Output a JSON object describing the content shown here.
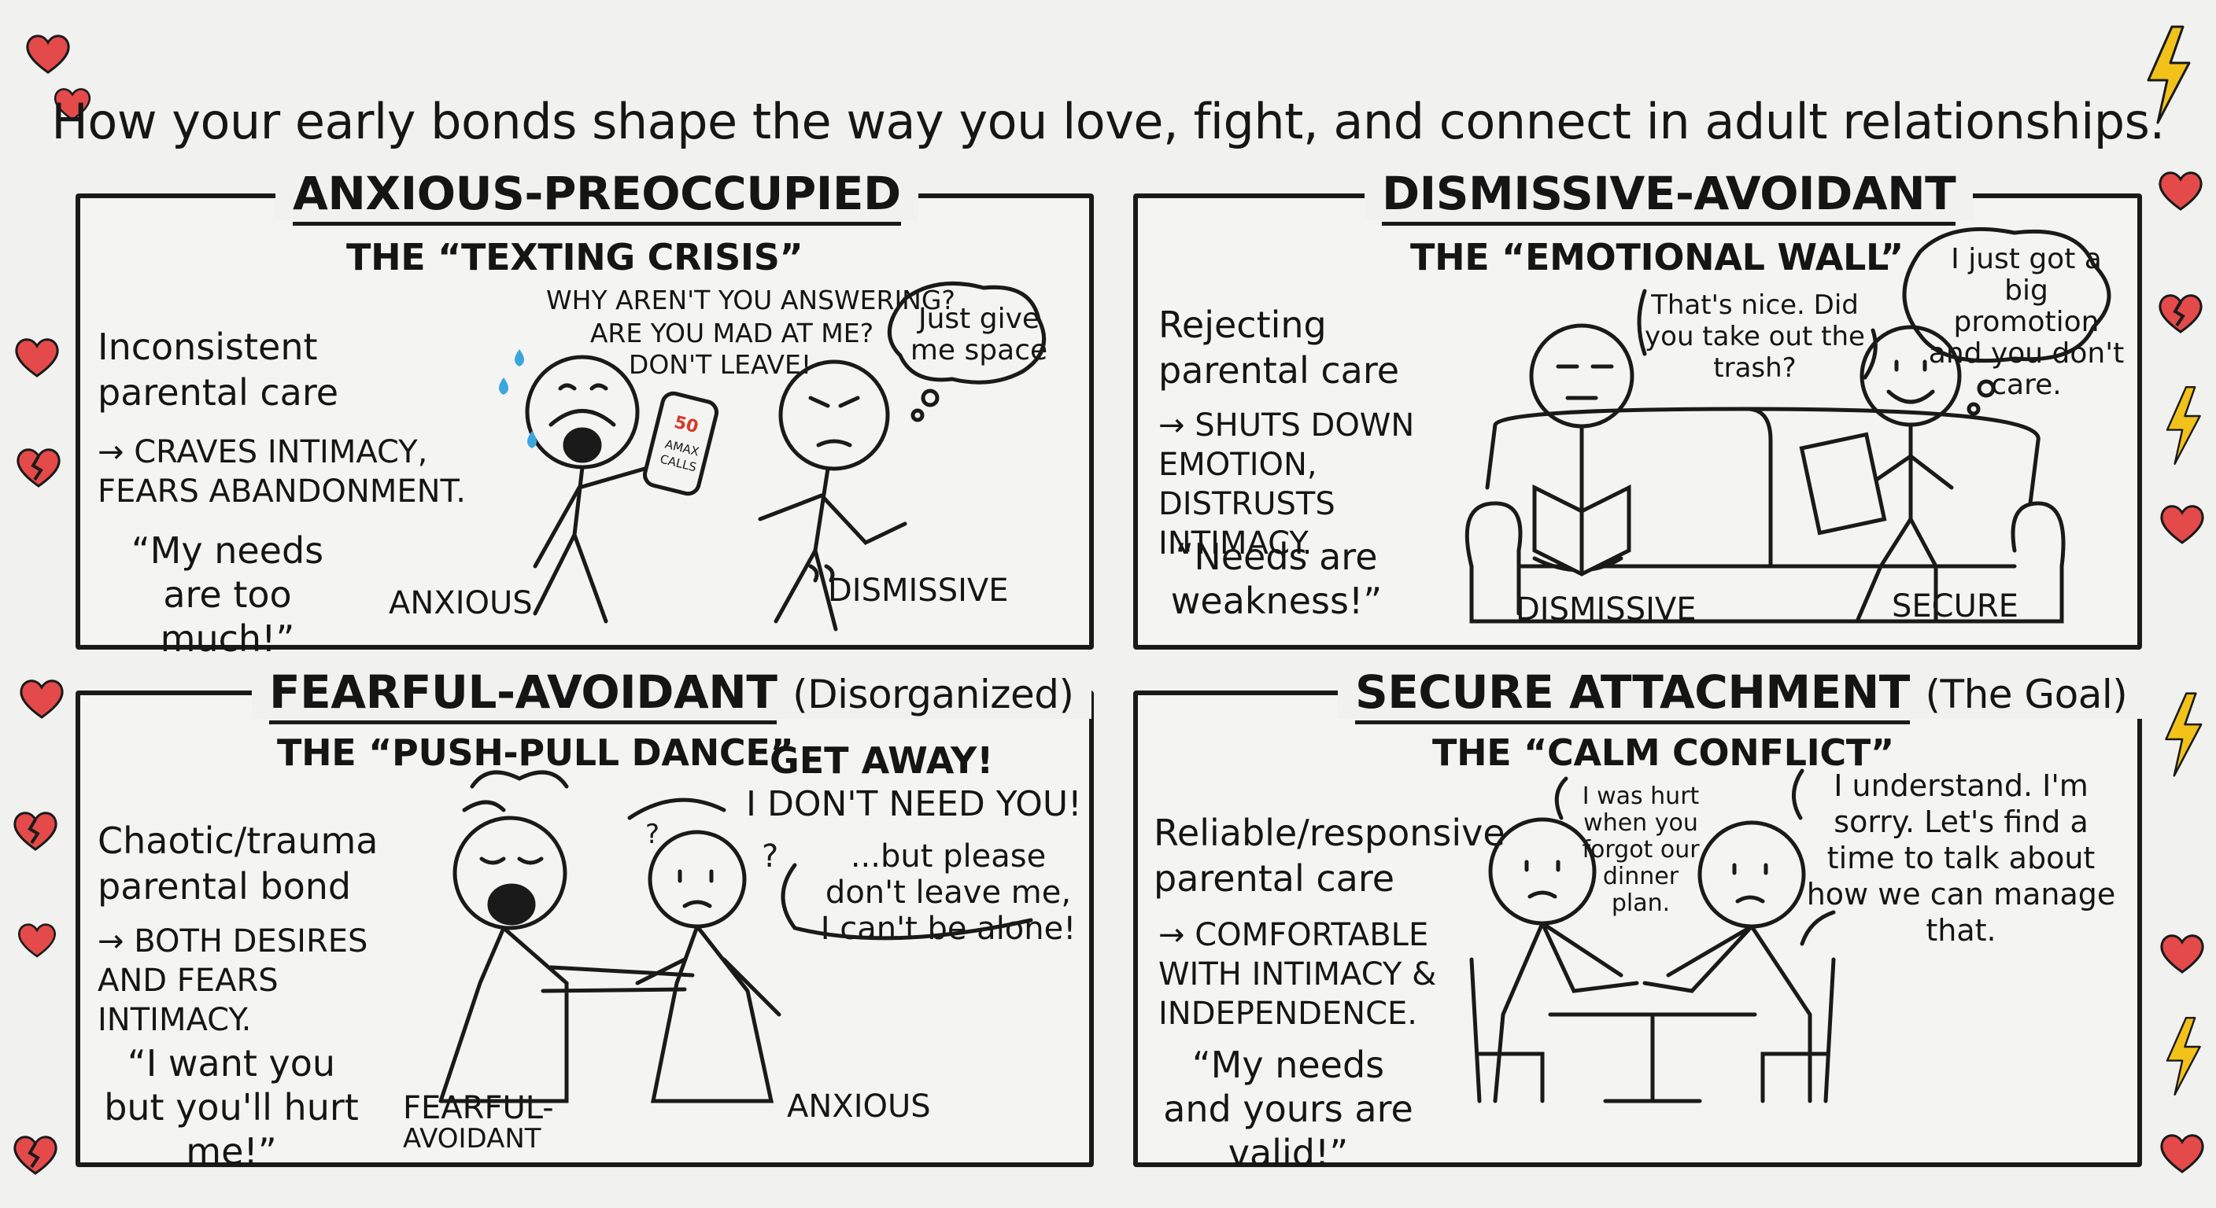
{
  "subtitle": "How your early bonds shape the way you love, fight, and connect in adult relationships.",
  "panels": [
    {
      "title": "ANXIOUS-PREOCCUPIED",
      "scene": "THE “TEXTING CRISIS”",
      "cause": "Inconsistent parental care",
      "effect": "→ CRAVES INTIMACY, FEARS ABANDONMENT.",
      "quote": "“My needs are too much!”",
      "bubbles": [
        "WHY AREN'T YOU ANSWERING?",
        "ARE YOU MAD AT ME?",
        "DON'T LEAVE!",
        "Just give me space"
      ],
      "phone_text": [
        "50",
        "AMAX",
        "CALLS"
      ],
      "labels": [
        "ANXIOUS",
        "DISMISSIVE"
      ]
    },
    {
      "title": "DISMISSIVE-AVOIDANT",
      "scene": "THE “EMOTIONAL WALL”",
      "cause": "Rejecting parental care",
      "effect": "→ SHUTS DOWN EMOTION, DISTRUSTS INTIMACY.",
      "quote": "“Needs are weakness!”",
      "bubbles": [
        "That's nice. Did you take out the trash?",
        "I just got a big promotion and you don't care."
      ],
      "labels": [
        "DISMISSIVE",
        "SECURE"
      ]
    },
    {
      "title": "FEARFUL-AVOIDANT",
      "title_paren": "(Disorganized)",
      "scene": "THE “PUSH-PULL DANCE”",
      "cause": "Chaotic/trauma parental bond",
      "effect": "→ BOTH DESIRES AND FEARS INTIMACY.",
      "quote": "“I want you but you'll hurt me!”",
      "bubbles": [
        "GET AWAY!",
        "I DON'T NEED YOU!",
        "...but please don't leave me, I can't be alone!"
      ],
      "labels": [
        "FEARFUL-",
        "AVOIDANT",
        "ANXIOUS"
      ]
    },
    {
      "title": "SECURE ATTACHMENT",
      "title_paren": "(The Goal)",
      "scene": "THE “CALM CONFLICT”",
      "cause": "Reliable/responsive parental care",
      "effect": "→ COMFORTABLE WITH INTIMACY & INDEPENDENCE.",
      "quote": "“My needs and yours are valid!”",
      "bubbles": [
        "I was hurt when you forgot our dinner plan.",
        "I understand. I'm sorry. Let's find a time to talk about how we can manage that."
      ]
    }
  ],
  "colors": {
    "heart": "#e44a4a",
    "bolt": "#f2c21a",
    "ink": "#1a1a1a",
    "phone_red": "#d53a2a",
    "tear": "#3aa6dd"
  }
}
